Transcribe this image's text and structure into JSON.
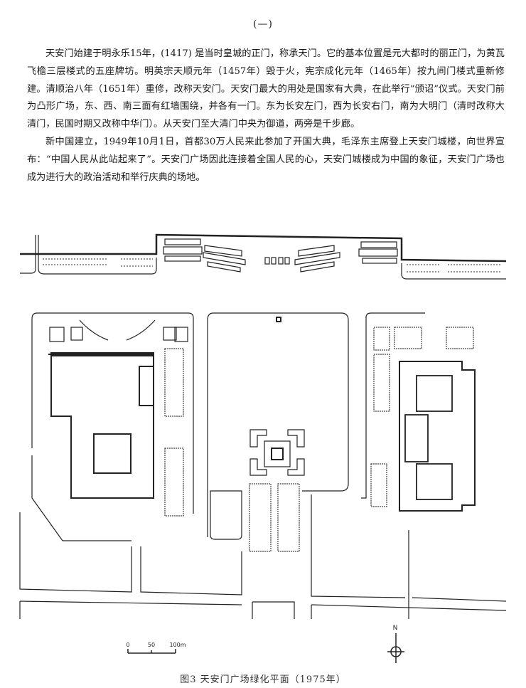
{
  "page": {
    "section_marker": "(—)",
    "paragraphs": [
      "天安门始建于明永乐15年，(1417) 是当时皇城的正门，称承天门。它的基本位置是元大都时的丽正门，为黄瓦飞檐三层楼式的五座牌坊。明英宗天顺元年（1457年）毁于火，宪宗成化元年（1465年）按九间门楼式重新修建。清顺治八年（1651年）重修，改称天安门。天安门最大的用处是国家有大典，在此举行“颁诏”仪式。天安门前为凸形广场，东、西、南三面有红墙围绕，并各有一门。东为长安左门，西为长安右门，南为大明门（清时改称大清门，民国时期又改称中华门）。从天安门至大清门中央为御道，两旁是千步廊。",
      "新中国建立，1949年10月1日，首都30万人民来此参加了开国大典，毛泽东主席登上天安门城楼，向世界宣布：“中国人民从此站起来了”。天安门广场因此连接着全国人民的心，天安门城楼成为中国的象征，天安门广场也成为进行大的政治活动和举行庆典的场地。"
    ]
  },
  "figure": {
    "scale_bar": {
      "ticks": [
        "0",
        "50",
        "100m"
      ]
    },
    "north_arrow": {
      "label": "N"
    },
    "caption": "图3  天安门广场绿化平面（1975年）"
  }
}
